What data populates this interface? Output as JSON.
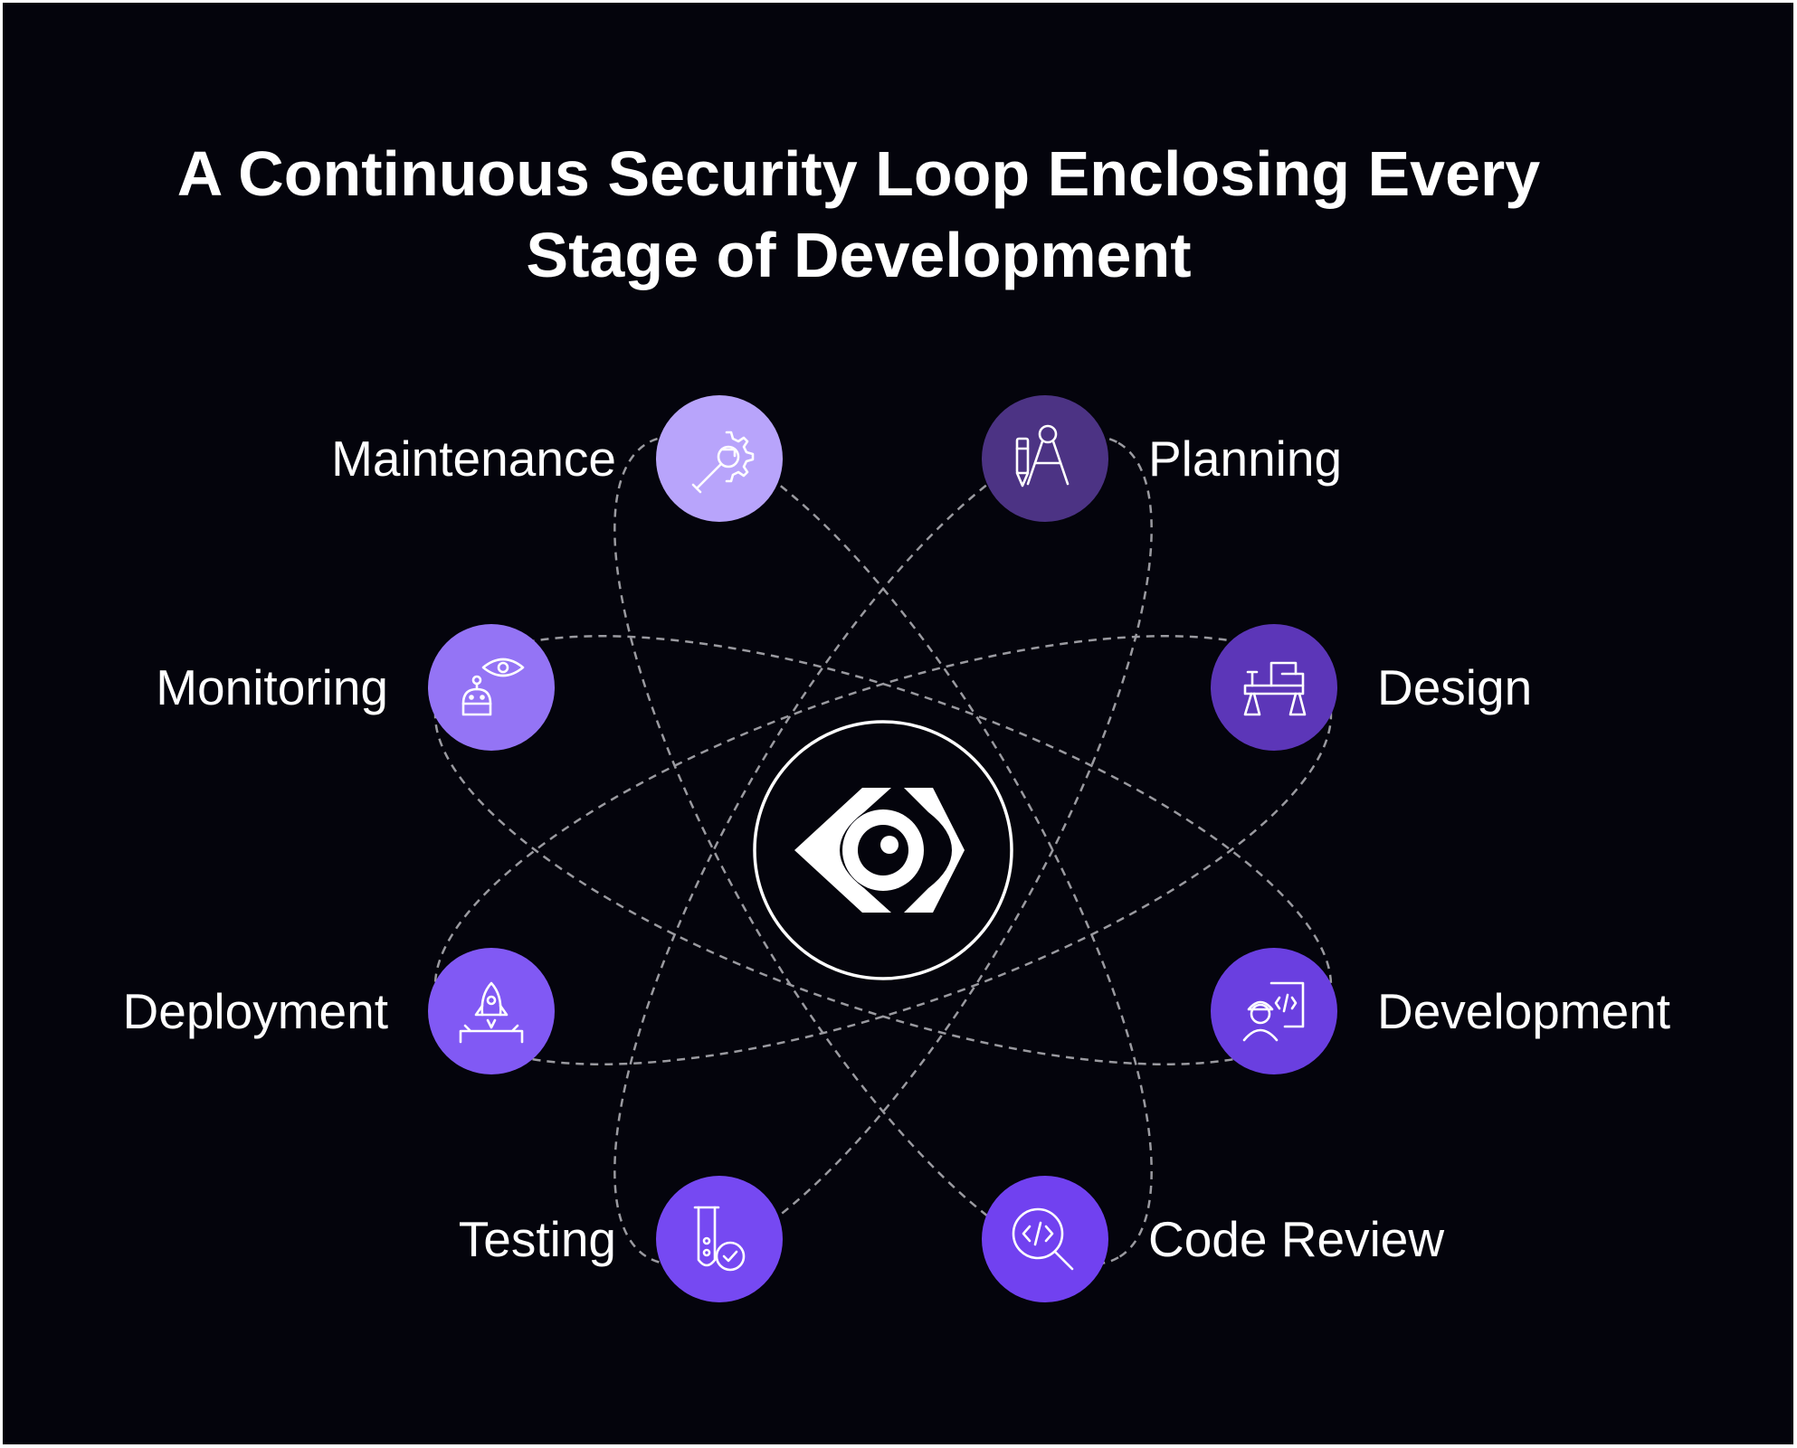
{
  "title": {
    "line1": "A Continuous Security Loop Enclosing Every",
    "line2": "Stage of Development"
  },
  "colors": {
    "background": "#04040c",
    "text": "#ffffff",
    "loop_line": "#9a9aa0"
  },
  "center_logo": {
    "icon": "security-eye-logo-icon"
  },
  "stages": [
    {
      "key": "planning",
      "label": "Planning",
      "icon": "drafting-tools-icon",
      "color": "#4c3384"
    },
    {
      "key": "design",
      "label": "Design",
      "icon": "design-desk-icon",
      "color": "#5c36b8"
    },
    {
      "key": "development",
      "label": "Development",
      "icon": "developer-code-icon",
      "color": "#6a3fe0"
    },
    {
      "key": "code_review",
      "label": "Code Review",
      "icon": "code-search-icon",
      "color": "#7141f0"
    },
    {
      "key": "testing",
      "label": "Testing",
      "icon": "test-tube-check-icon",
      "color": "#7649f2"
    },
    {
      "key": "deployment",
      "label": "Deployment",
      "icon": "rocket-launch-icon",
      "color": "#8159f4"
    },
    {
      "key": "monitoring",
      "label": "Monitoring",
      "icon": "monitoring-robot-eye-icon",
      "color": "#9474f5"
    },
    {
      "key": "maintenance",
      "label": "Maintenance",
      "icon": "wrench-gear-icon",
      "color": "#b8a4fb"
    }
  ]
}
